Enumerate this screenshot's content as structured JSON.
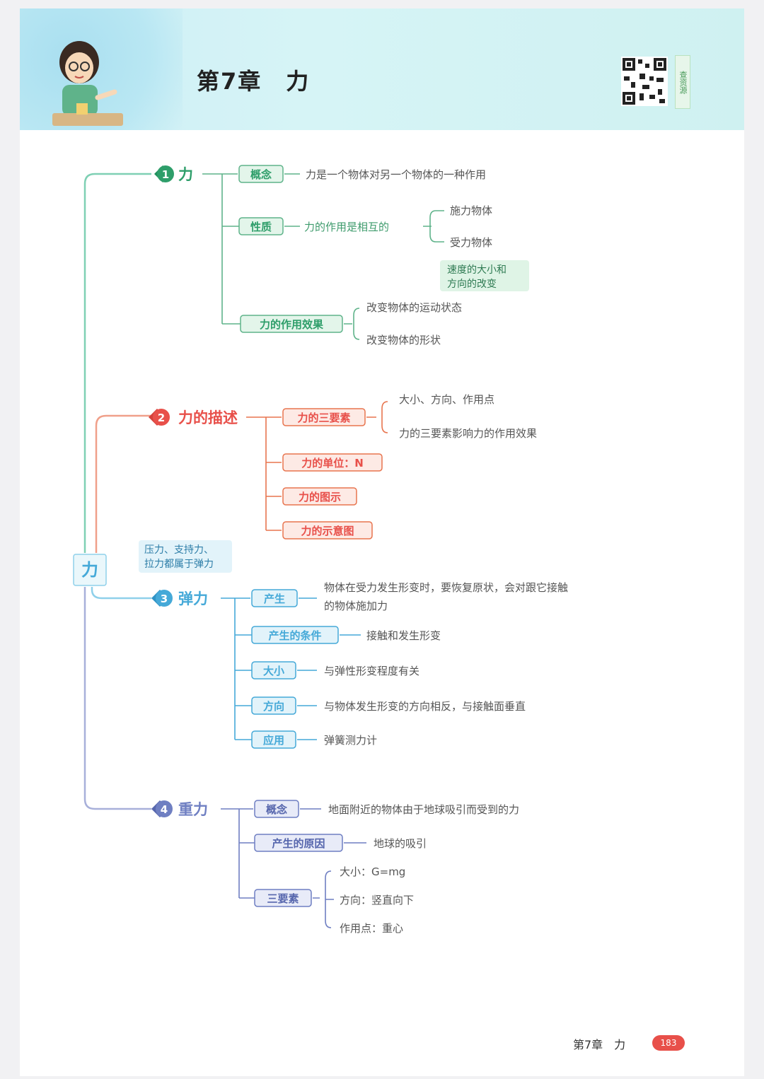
{
  "header": {
    "title": "第7章　力",
    "qr_side_label": "查资源"
  },
  "root": {
    "label": "力"
  },
  "sections": [
    {
      "num": "1",
      "title": "力"
    },
    {
      "num": "2",
      "title": "力的描述"
    },
    {
      "num": "3",
      "title": "弹力"
    },
    {
      "num": "4",
      "title": "重力"
    }
  ],
  "s1": {
    "concept": {
      "tag": "概念",
      "text": "力是一个物体对另一个物体的一种作用"
    },
    "property": {
      "tag": "性质",
      "text": "力的作用是相互的",
      "a": "施力物体",
      "b": "受力物体"
    },
    "note": {
      "line1": "速度的大小和",
      "line2": "方向的改变"
    },
    "effect": {
      "tag": "力的作用效果",
      "a": "改变物体的运动状态",
      "b": "改变物体的形状"
    }
  },
  "s2": {
    "three": {
      "tag": "力的三要素",
      "a": "大小、方向、作用点",
      "b": "力的三要素影响力的作用效果"
    },
    "unit": {
      "tag": "力的单位：N"
    },
    "diagram": {
      "tag": "力的图示"
    },
    "sketch": {
      "tag": "力的示意图"
    }
  },
  "s3": {
    "note": {
      "line1": "压力、支持力、",
      "line2": "拉力都属于弹力"
    },
    "produce": {
      "tag": "产生",
      "line1": "物体在受力发生形变时，要恢复原状，会对跟它接触",
      "line2": "的物体施加力"
    },
    "condition": {
      "tag": "产生的条件",
      "text": "接触和发生形变"
    },
    "size": {
      "tag": "大小",
      "text": "与弹性形变程度有关"
    },
    "direction": {
      "tag": "方向",
      "text": "与物体发生形变的方向相反，与接触面垂直"
    },
    "apply": {
      "tag": "应用",
      "text": "弹簧测力计"
    }
  },
  "s4": {
    "concept": {
      "tag": "概念",
      "text": "地面附近的物体由于地球吸引而受到的力"
    },
    "cause": {
      "tag": "产生的原因",
      "text": "地球的吸引"
    },
    "three": {
      "tag": "三要素",
      "a": "大小：G=mg",
      "b": "方向：竖直向下",
      "c": "作用点：重心"
    }
  },
  "footer": {
    "chapter": "第7章　力",
    "page": "183"
  },
  "colors": {
    "green": "#2e9e6a",
    "red": "#e8504a",
    "blue": "#45a9d8",
    "purple": "#6f7fc2"
  }
}
